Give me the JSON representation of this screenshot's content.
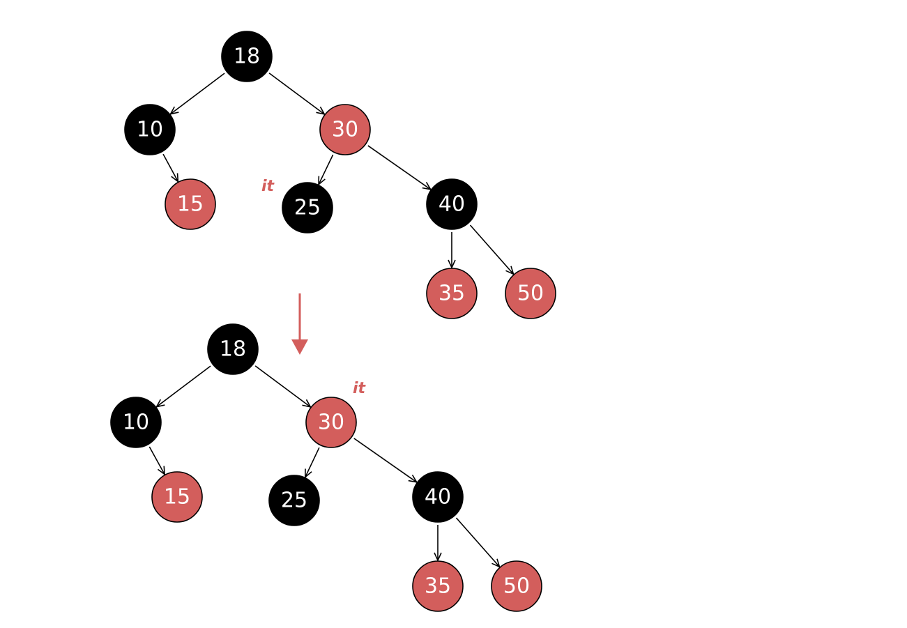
{
  "colors": {
    "red_node": "#d35e5c",
    "black_node": "#000000",
    "edge": "#000000",
    "transition_arrow": "#d35e5c",
    "pointer_label": "#d35e5c"
  },
  "pointer_text": "it",
  "trees": [
    {
      "id": "before",
      "nodes": [
        {
          "key": "n18",
          "label": "18",
          "color": "black"
        },
        {
          "key": "n10",
          "label": "10",
          "color": "black"
        },
        {
          "key": "n30",
          "label": "30",
          "color": "red"
        },
        {
          "key": "n15",
          "label": "15",
          "color": "red"
        },
        {
          "key": "n25",
          "label": "25",
          "color": "black"
        },
        {
          "key": "n40",
          "label": "40",
          "color": "black"
        },
        {
          "key": "n35",
          "label": "35",
          "color": "red"
        },
        {
          "key": "n50",
          "label": "50",
          "color": "red"
        }
      ],
      "edges": [
        [
          "n18",
          "n10"
        ],
        [
          "n18",
          "n30"
        ],
        [
          "n10",
          "n15"
        ],
        [
          "n30",
          "n25"
        ],
        [
          "n30",
          "n40"
        ],
        [
          "n40",
          "n35"
        ],
        [
          "n40",
          "n50"
        ]
      ],
      "pointer_on": "n25"
    },
    {
      "id": "after",
      "nodes": [
        {
          "key": "n18",
          "label": "18",
          "color": "black"
        },
        {
          "key": "n10",
          "label": "10",
          "color": "black"
        },
        {
          "key": "n30",
          "label": "30",
          "color": "red"
        },
        {
          "key": "n15",
          "label": "15",
          "color": "red"
        },
        {
          "key": "n25",
          "label": "25",
          "color": "black"
        },
        {
          "key": "n40",
          "label": "40",
          "color": "black"
        },
        {
          "key": "n35",
          "label": "35",
          "color": "red"
        },
        {
          "key": "n50",
          "label": "50",
          "color": "red"
        }
      ],
      "edges": [
        [
          "n18",
          "n10"
        ],
        [
          "n18",
          "n30"
        ],
        [
          "n10",
          "n15"
        ],
        [
          "n30",
          "n25"
        ],
        [
          "n30",
          "n40"
        ],
        [
          "n40",
          "n35"
        ],
        [
          "n40",
          "n50"
        ]
      ],
      "pointer_on": "n30"
    }
  ]
}
